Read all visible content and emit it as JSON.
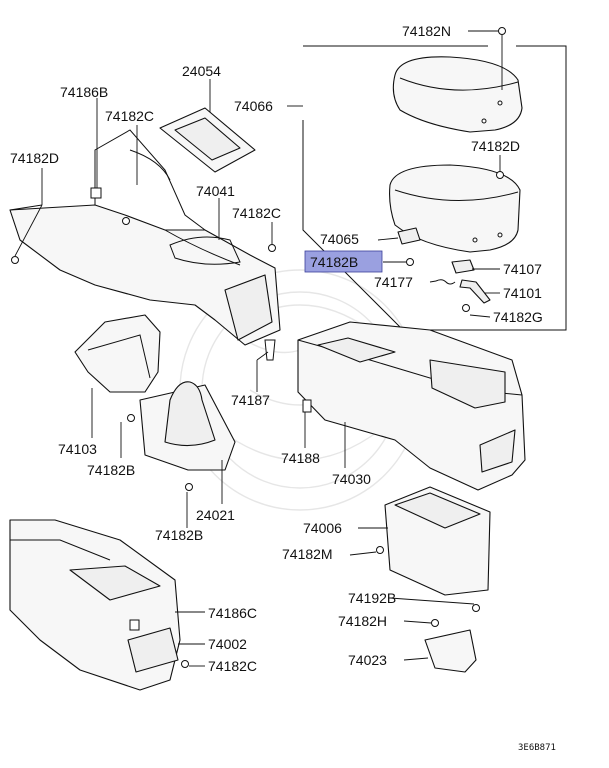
{
  "labels": {
    "p74182N": "74182N",
    "p24054": "24054",
    "p74066": "74066",
    "p74186B": "74186B",
    "p74182C_top": "74182C",
    "p74182D_left": "74182D",
    "p74041": "74041",
    "p74182C_mid": "74182C",
    "p74182D_right": "74182D",
    "p74065": "74065",
    "p74182B_hl": "74182B",
    "p74107": "74107",
    "p74177": "74177",
    "p74101": "74101",
    "p74182G": "74182G",
    "p74187": "74187",
    "p74103": "74103",
    "p74182B_a": "74182B",
    "p74188": "74188",
    "p74030": "74030",
    "p24021": "24021",
    "p74182B_b": "74182B",
    "p74006": "74006",
    "p74182M": "74182M",
    "p74192B": "74192B",
    "p74182H": "74182H",
    "p74186C": "74186C",
    "p74002": "74002",
    "p74182C_low": "74182C",
    "p74023": "74023"
  },
  "diagram_code": "3E6B871",
  "highlight_color": "#9aa0e0"
}
